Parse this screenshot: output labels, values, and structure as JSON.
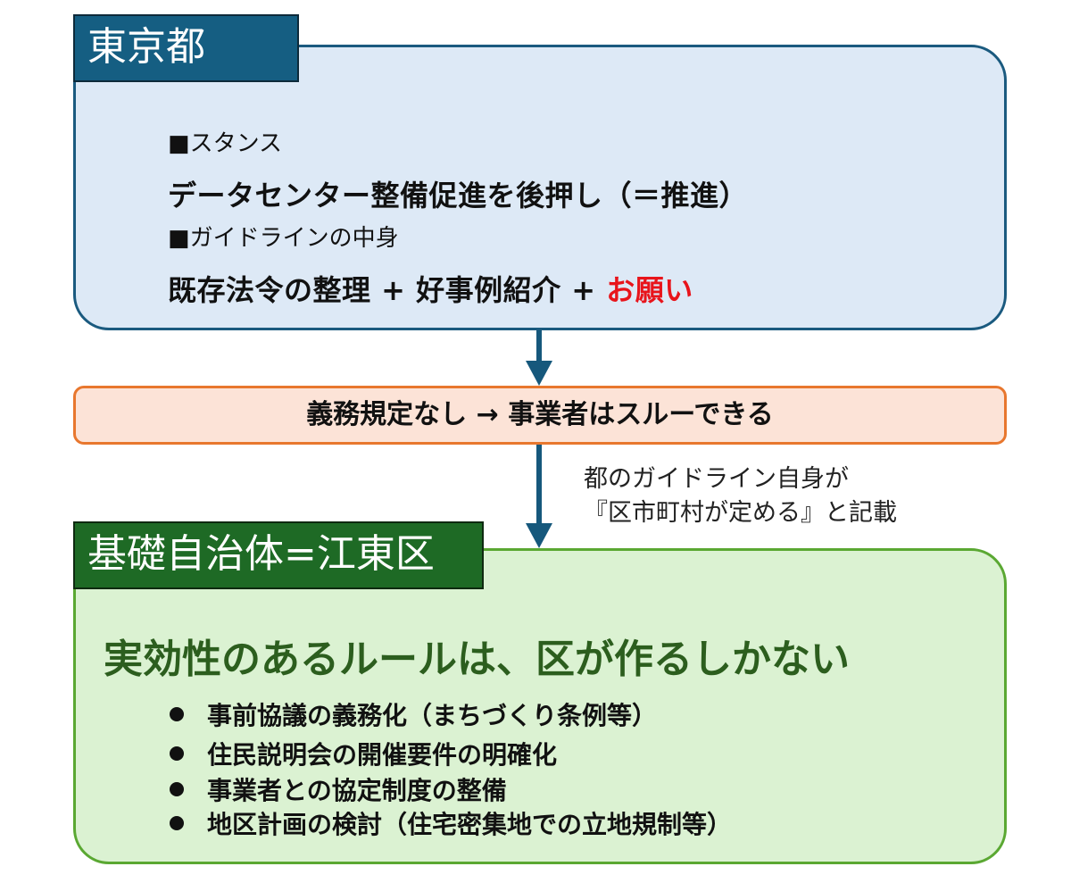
{
  "tokyo": {
    "label": "東京都",
    "stance_heading": "■スタンス",
    "stance_text": "データセンター整備促進を後押し（＝推進）",
    "guideline_heading": "■ガイドラインの中身",
    "guideline_text": "既存法令の整理 + 好事例紹介 + ",
    "guideline_highlight": "お願い"
  },
  "middle": {
    "text": "義務規定なし → 事業者はスルーできる"
  },
  "note": {
    "line1": "都のガイドライン自身が",
    "line2": "『区市町村が定める』と記載"
  },
  "koto": {
    "label": "基礎自治体=江東区",
    "title": "実効性のあるルールは、区が作るしかない",
    "bullets": [
      "事前協議の義務化（まちづくり条例等）",
      "住民説明会の開催要件の明確化",
      "事業者との協定制度の整備",
      "地区計画の検討（住宅密集地での立地規制等）"
    ]
  },
  "colors": {
    "tokyo_fill": "#dde9f6",
    "tokyo_border": "#1a5a7f",
    "tokyo_label": "#155e82",
    "middle_fill": "#fce3d7",
    "middle_border": "#e8772e",
    "koto_fill": "#dbf2d2",
    "koto_border": "#5aa832",
    "koto_label": "#1e6a25",
    "highlight": "#e8141b",
    "arrow": "#16587c"
  }
}
